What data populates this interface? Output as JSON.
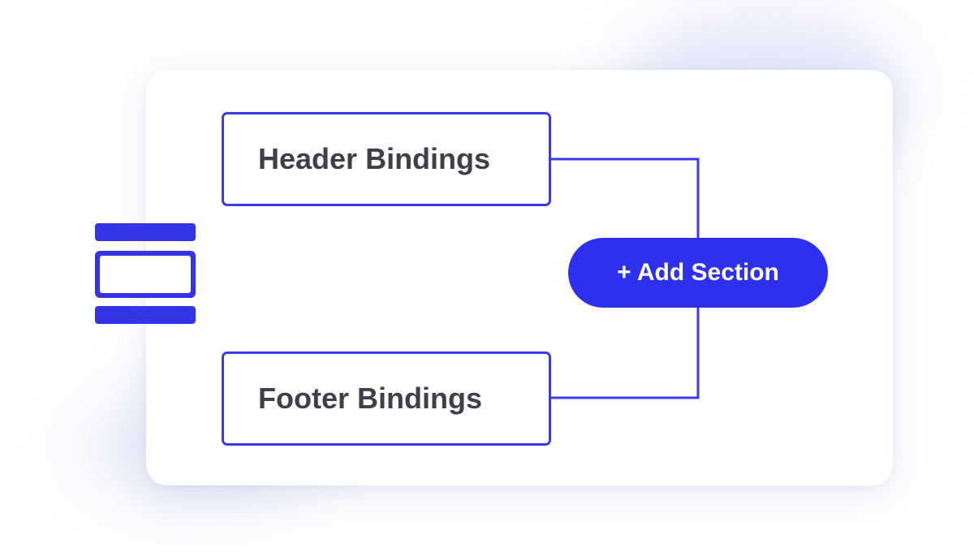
{
  "diagram": {
    "header_binding_label": "Header Bindings",
    "footer_binding_label": "Footer Bindings",
    "add_section_label": "+ Add Section"
  },
  "icons": {
    "layout_icon": "page-sections-icon"
  },
  "colors": {
    "accent": "#3b3be8",
    "button_fill": "#2f2fee",
    "text": "#3d3f4a",
    "card_background": "#ffffff"
  }
}
